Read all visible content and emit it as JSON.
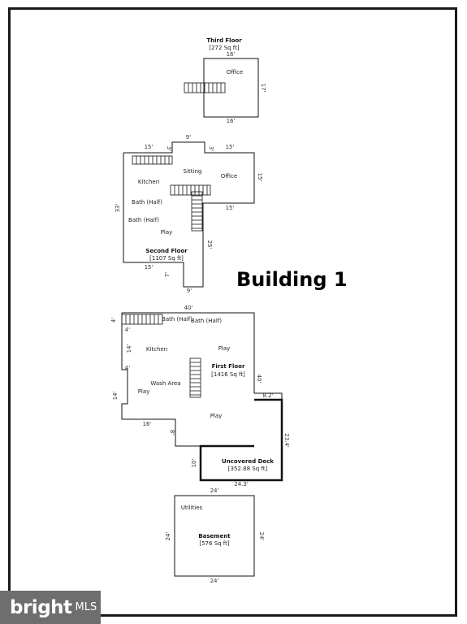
{
  "building": {
    "title": "Building 1"
  },
  "third_floor": {
    "title": "Third Floor",
    "area": "[272 Sq ft]",
    "rooms": [
      "Office"
    ],
    "dims": {
      "top": "16'",
      "bottom": "16'",
      "right": "17'"
    }
  },
  "second_floor": {
    "title": "Second Floor",
    "area": "[1107 Sq ft]",
    "rooms": [
      "Kitchen",
      "Sitting",
      "Office",
      "Bath (Half)",
      "Bath (Half)",
      "Play"
    ],
    "dims": [
      "9'",
      "15'",
      "3'",
      "3'",
      "15'",
      "15'",
      "15'",
      "33'",
      "25'",
      "15'",
      "7'",
      "9'"
    ]
  },
  "first_floor": {
    "title": "First Floor",
    "area": "[1416 Sq ft]",
    "rooms": [
      "Bath (Half)",
      "Bath (Half)",
      "Kitchen",
      "Play",
      "Wash Area",
      "Play",
      "Play"
    ],
    "dims": [
      "40'",
      "4'",
      "4'",
      "14'",
      "4'",
      "14'",
      "16'",
      "8'",
      "40'",
      "8.2'"
    ]
  },
  "deck": {
    "title": "Uncovered Deck",
    "area": "[352.88 Sq ft]",
    "dims": [
      "23.4'",
      "10'",
      "24.3'"
    ]
  },
  "basement": {
    "title": "Basement",
    "area": "[576 Sq ft]",
    "rooms": [
      "Utilities"
    ],
    "dims": {
      "top": "24'",
      "bottom": "24'",
      "left": "24'",
      "right": "24'"
    }
  },
  "watermark": {
    "brand": "bright",
    "suffix": "MLS"
  }
}
